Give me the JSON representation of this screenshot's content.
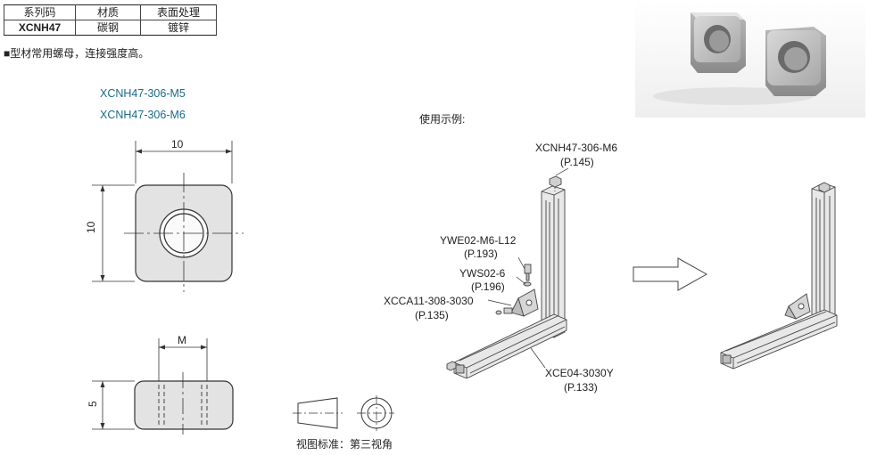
{
  "spec_table": {
    "headers": [
      "系列码",
      "材质",
      "表面处理"
    ],
    "row": [
      "XCNH47",
      "碳钢",
      "镀锌"
    ]
  },
  "note": "■型材常用螺母，连接强度高。",
  "part_numbers": [
    "XCNH47-306-M5",
    "XCNH47-306-M6"
  ],
  "dimensions": {
    "width": "10",
    "height": "10",
    "thread": "M",
    "thickness": "5"
  },
  "projection_label": "视图标准：第三视角",
  "usage_title": "使用示例:",
  "callouts": {
    "nut": {
      "part": "XCNH47-306-M6",
      "page": "(P.145)"
    },
    "bolt": {
      "part": "YWE02-M6-L12",
      "page": "(P.193)"
    },
    "washer": {
      "part": "YWS02-6",
      "page": "(P.196)"
    },
    "bracket": {
      "part": "XCCA11-308-3030",
      "page": "(P.135)"
    },
    "profile": {
      "part": "XCE04-3030Y",
      "page": "(P.133)"
    }
  },
  "colors": {
    "part_number_text": "#1a6a8a",
    "drawing_fill": "#e3e3e3",
    "line": "#333333"
  }
}
